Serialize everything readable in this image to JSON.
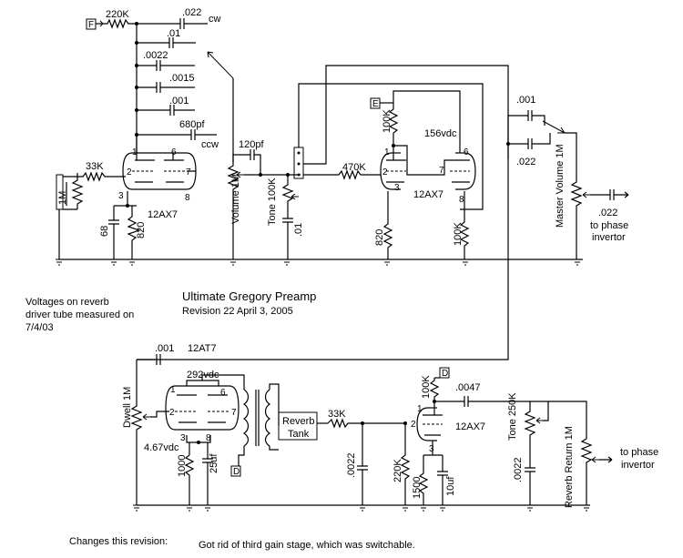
{
  "title": "Ultimate Gregory Preamp",
  "revision": "Revision 22 April 3, 2005",
  "voltage_note_lines": [
    "Voltages on reverb",
    "driver tube measured on",
    "7/4/03"
  ],
  "changes_label": "Changes this revision:",
  "changes_text": "Got rid of third gain stage, which was switchable.",
  "top": {
    "connector_f": "F",
    "connector_e": "E",
    "r_220k": "220K",
    "c_022_cw": ".022",
    "cw": "cw",
    "c_01": ".01",
    "c_0022": ".0022",
    "c_0015": ".0015",
    "c_001": ".001",
    "c_680pf": "680pf",
    "ccw": "ccw",
    "r_33k": "33K",
    "r_1m_input": "1M",
    "c_68": "68",
    "r_820": "820",
    "tube_1": "12AX7",
    "pin_1": "1",
    "pin_6": "6",
    "pin_2": "2",
    "pin_7": "7",
    "pin_3": "3",
    "pin_8": "8",
    "c_120pf": "120pf",
    "volume": "Volume 1M",
    "tone": "Tone 100K",
    "c_tone_01": ".01",
    "r_470k": "470K",
    "r_100k_plate": "100K",
    "v_156": "156vdc",
    "tube_2": "12AX7",
    "r_820_b": "820",
    "r_100k_cathode": "100K",
    "c_001_sw": ".001",
    "c_022_sw": ".022",
    "master_volume": "Master Volume 1M",
    "c_022_out": ".022",
    "to_pi_1": "to phase",
    "to_pi_2": "invertor"
  },
  "bottom": {
    "c_001": ".001",
    "tube_at7": "12AT7",
    "v_292": "292vdc",
    "dwell": "Dwell 1M",
    "pin_1": "1",
    "pin_2": "2",
    "pin_6": "6",
    "pin_7": "7",
    "pin_3": "3",
    "pin_8": "8",
    "v_467": "4.67vdc",
    "r_1000": "1000",
    "c_25uf": "25uf",
    "connector_d": "D",
    "reverb_tank_1": "Reverb",
    "reverb_tank_2": "Tank",
    "r_33k": "33K",
    "c_0022": ".0022",
    "r_100k": "100K",
    "connector_d2": "D",
    "c_0047": ".0047",
    "tube_ax7": "12AX7",
    "r_220k": "220K",
    "r_1500": "1500",
    "c_10uf": "10uf",
    "tone": "Tone 250K",
    "c_0022_b": ".0022",
    "reverb_return": "Reverb Return 1M",
    "to_pi_1": "to phase",
    "to_pi_2": "invertor"
  }
}
